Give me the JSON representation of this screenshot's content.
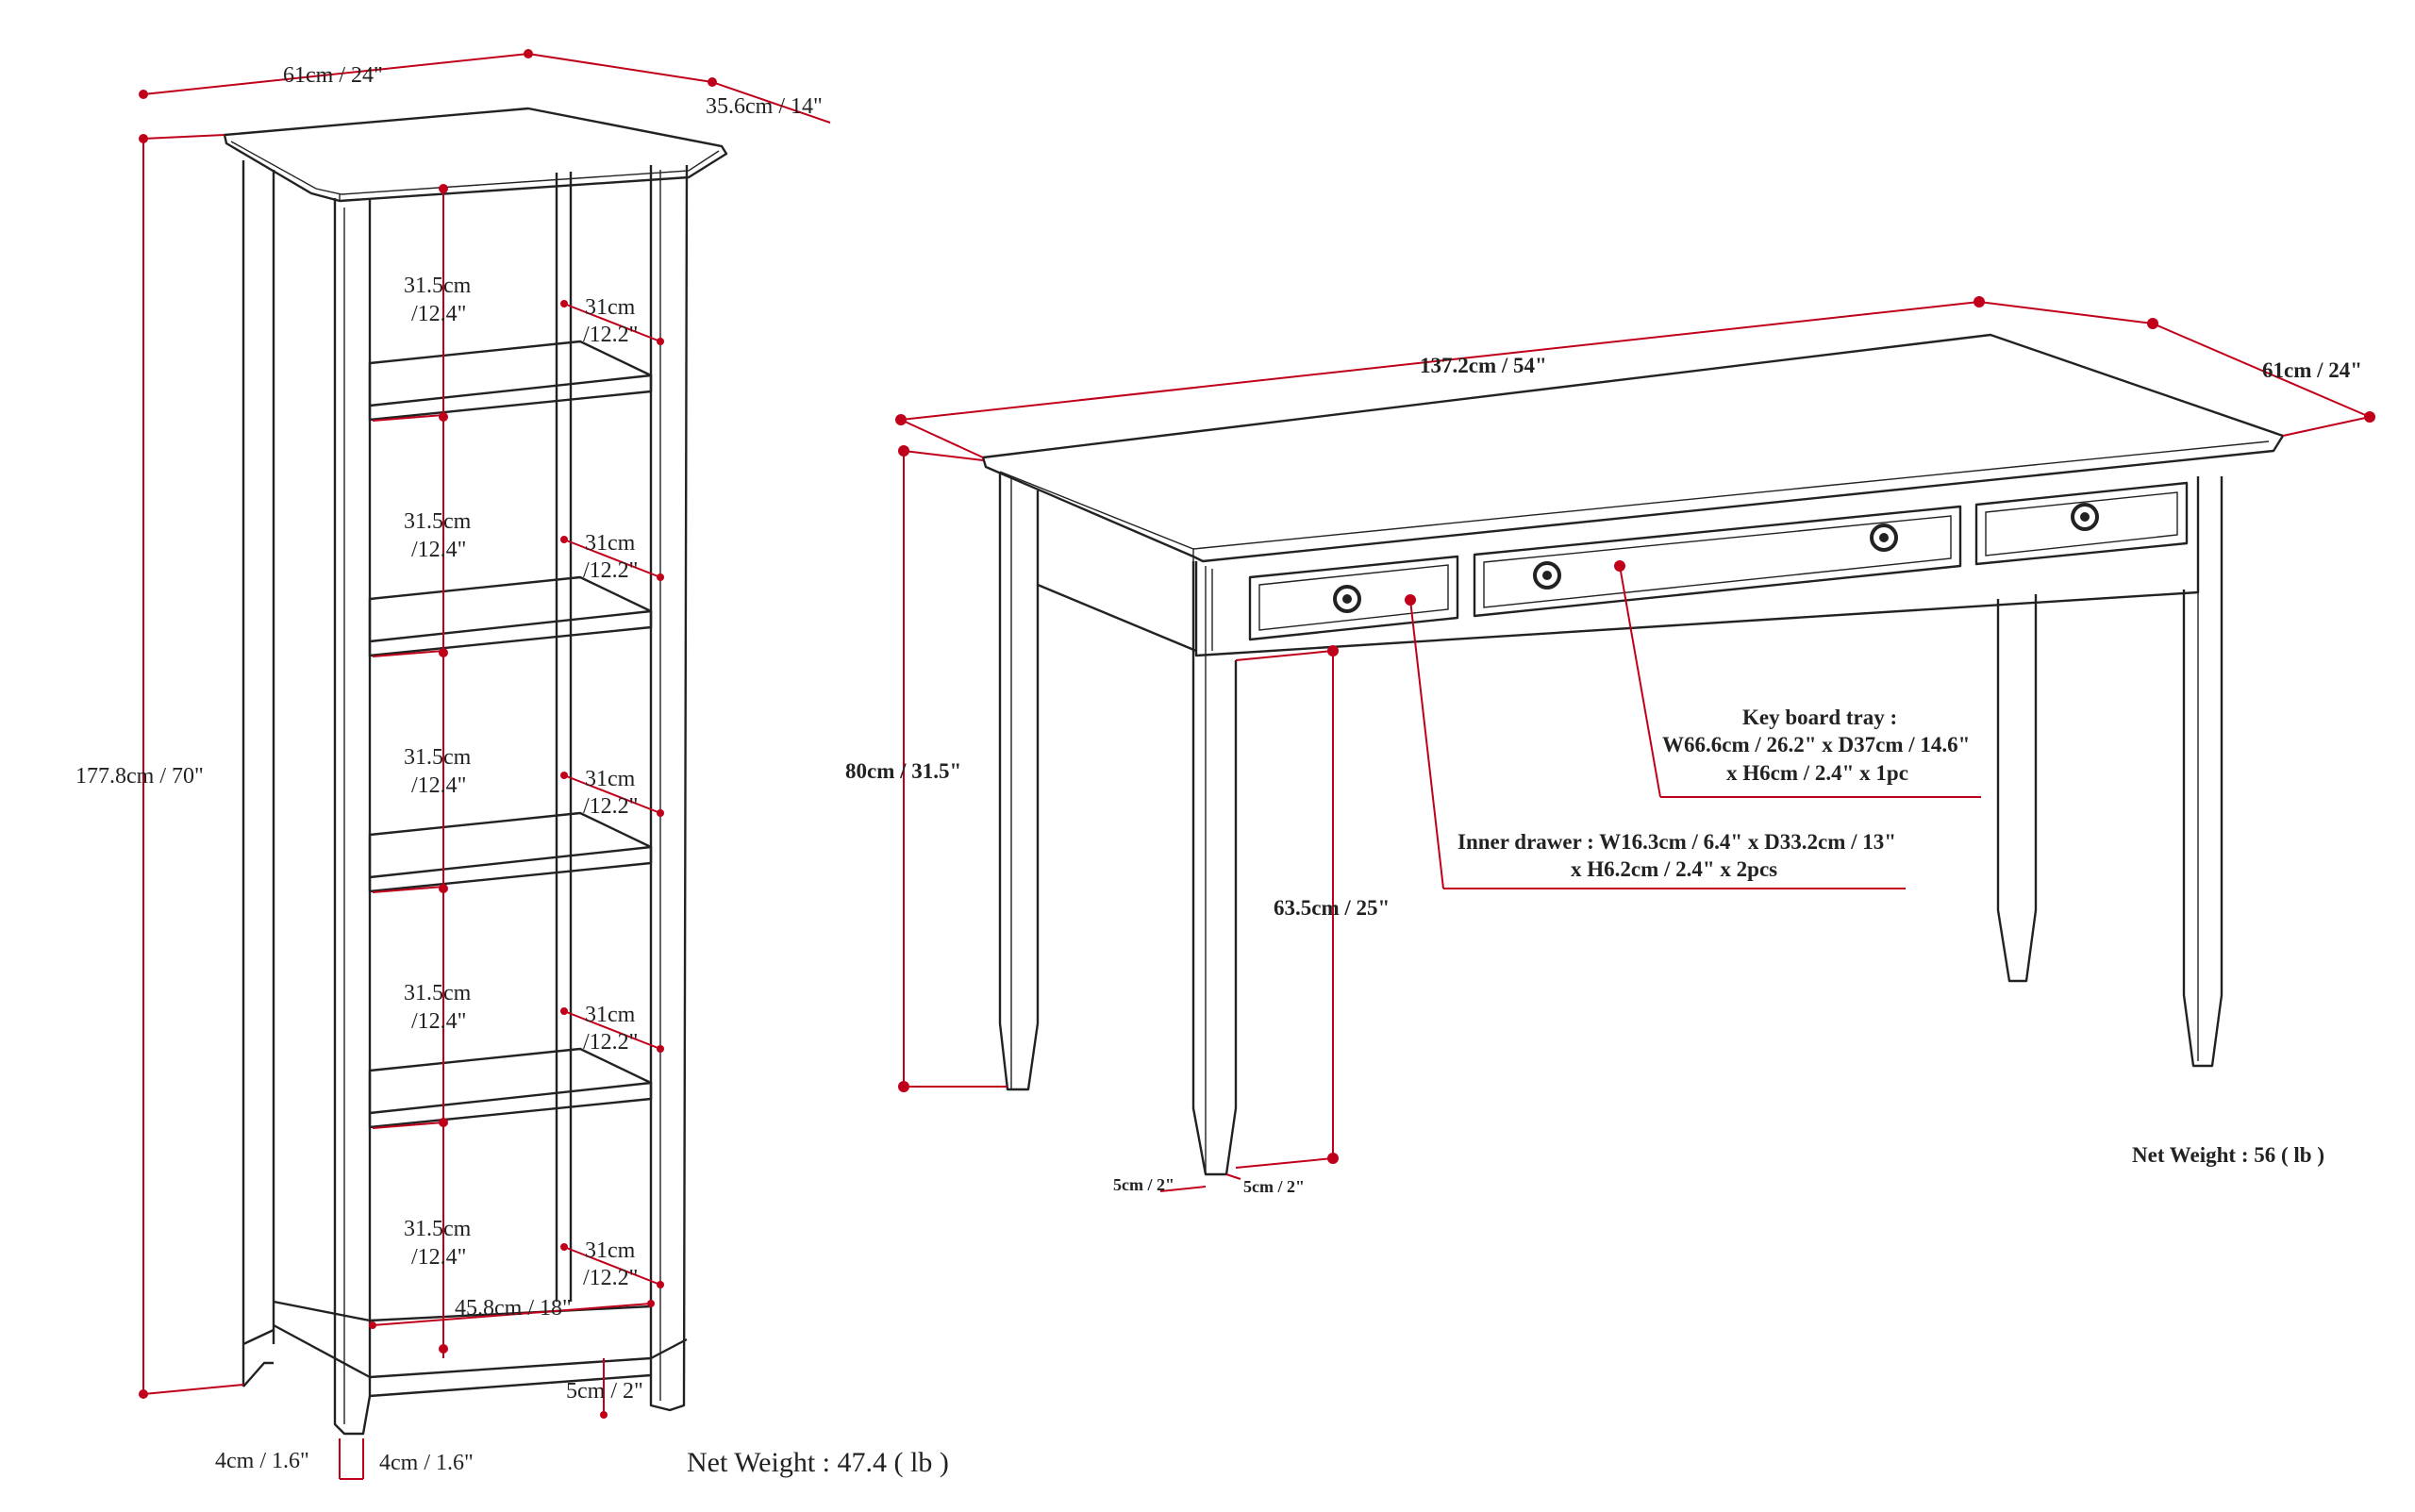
{
  "bookcase": {
    "width_label": "61cm / 24\"",
    "depth_label": "35.6cm / 14\"",
    "height_label": "177.8cm / 70\"",
    "shelf_gap_cm": "31.5cm",
    "shelf_gap_in": "/12.4\"",
    "shelf_depth_cm": "31cm",
    "shelf_depth_in": "/12.2\"",
    "inner_width_label": "45.8cm / 18\"",
    "clearance_label": "5cm / 2\"",
    "post_left_label": "4cm / 1.6\"",
    "post_right_label": "4cm / 1.6\"",
    "weight_label": "Net Weight : 47.4 ( lb )"
  },
  "desk": {
    "width_label": "137.2cm / 54\"",
    "depth_label": "61cm / 24\"",
    "height_label": "80cm / 31.5\"",
    "leg_clearance_label": "63.5cm / 25\"",
    "leg_left_label": "5cm / 2\"",
    "leg_right_label": "5cm / 2\"",
    "tray_line1": "Key board tray :",
    "tray_line2": "W66.6cm / 26.2\" x D37cm / 14.6\"",
    "tray_line3": "x H6cm / 2.4\" x 1pc",
    "drawer_line1": "Inner drawer : W16.3cm / 6.4\" x D33.2cm / 13\"",
    "drawer_line2": "x H6.2cm / 2.4\" x 2pcs",
    "weight_label": "Net Weight : 56 ( lb )"
  }
}
